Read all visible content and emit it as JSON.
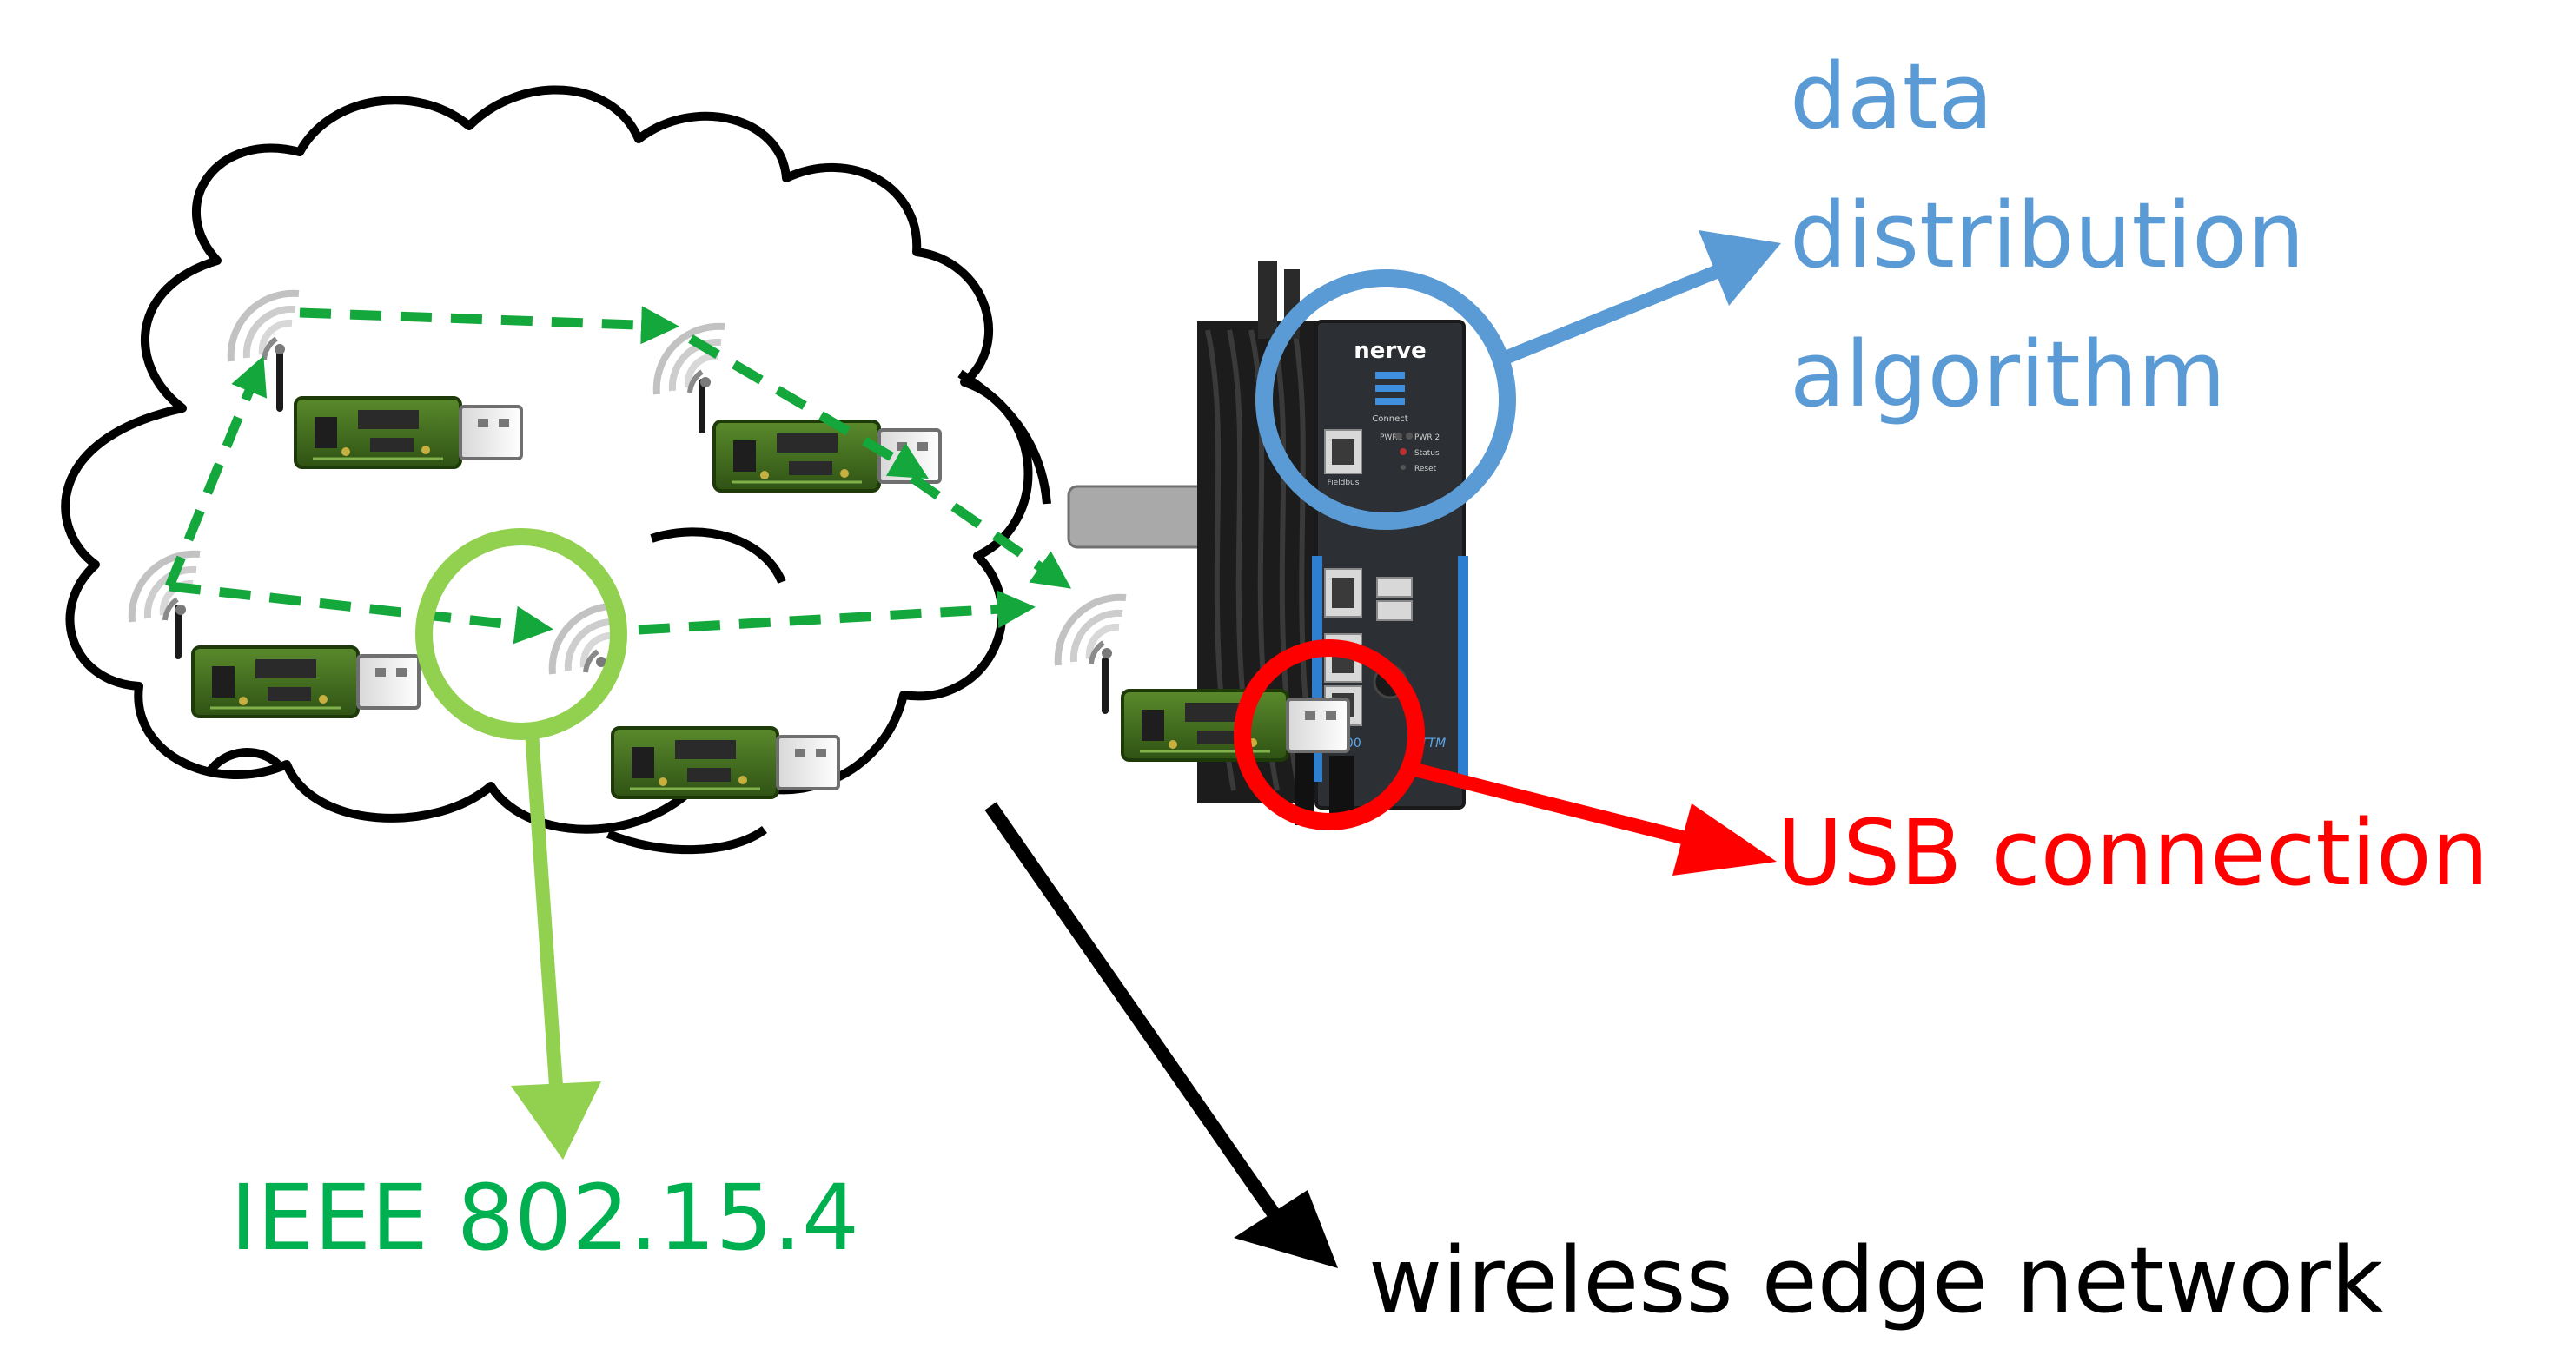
{
  "labels": {
    "data_distribution": [
      "data",
      "distribution",
      "algorithm"
    ],
    "usb_connection": "USB connection",
    "ieee": "IEEE 802.15.4",
    "wireless_edge": "wireless edge network"
  },
  "device": {
    "brand": "nerve",
    "panel_texts": [
      "Connect",
      "PWR1",
      "PWR 2",
      "Status",
      "Reset",
      "Fieldbus",
      "100",
      "TTM"
    ]
  },
  "colors": {
    "blue": "#5b9bd5",
    "red": "#ff0000",
    "light_green": "#92d050",
    "green": "#00b050",
    "black": "#000000",
    "route": "#14a83c",
    "board": "#3f6b1f"
  },
  "icons": [
    "cloud-icon",
    "usb-stick-icon",
    "wireless-signal-icon",
    "edge-gateway-icon"
  ]
}
